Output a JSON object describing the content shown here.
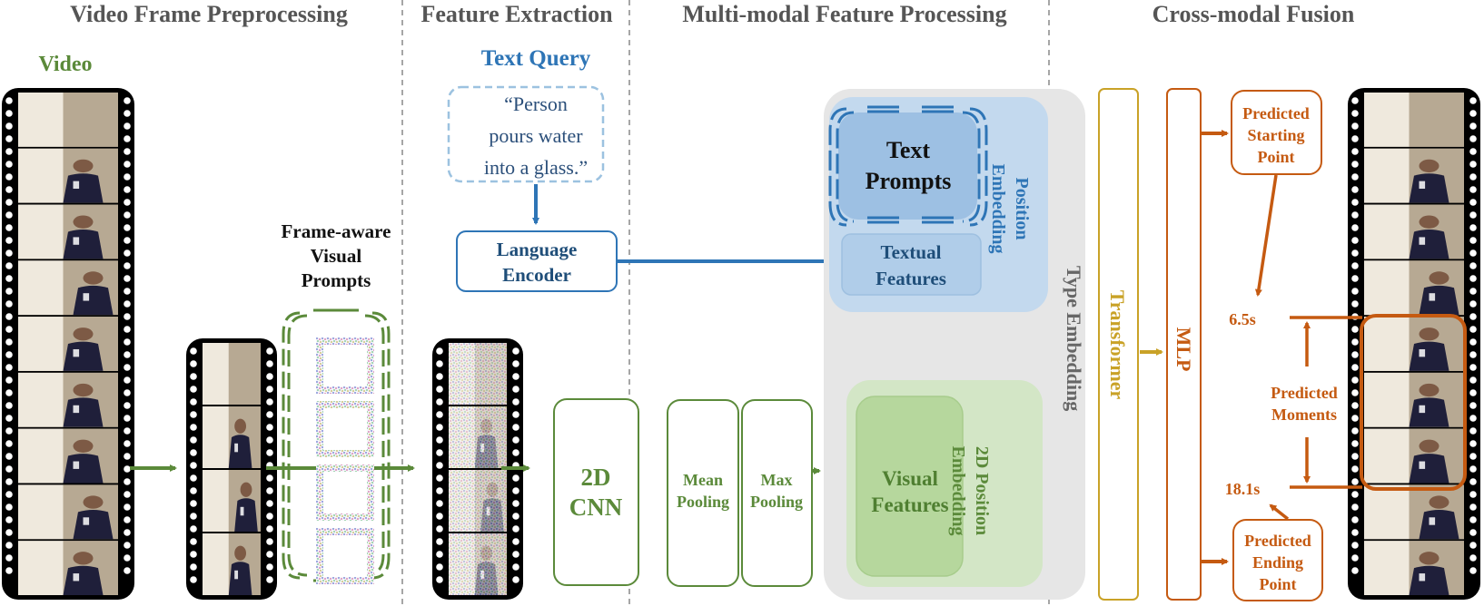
{
  "sections": {
    "preprocessing": "Video Frame Preprocessing",
    "extraction": "Feature Extraction",
    "multimodal": "Multi-modal Feature Processing",
    "fusion": "Cross-modal Fusion"
  },
  "video_label": "Video",
  "frame_aware": {
    "line1": "Frame-aware",
    "line2": "Visual",
    "line3": "Prompts"
  },
  "text_query": {
    "title": "Text Query",
    "line1": "“Person",
    "line2": "pours water",
    "line3": "into a glass.”"
  },
  "language_encoder": {
    "line1": "Language",
    "line2": "Encoder"
  },
  "cnn": {
    "line1": "2D",
    "line2": "CNN"
  },
  "mean_pooling": {
    "line1": "Mean",
    "line2": "Pooling"
  },
  "max_pooling": {
    "line1": "Max",
    "line2": "Pooling"
  },
  "text_prompts": {
    "line1": "Text",
    "line2": "Prompts"
  },
  "position_embedding": {
    "line1": "Position",
    "line2": "Embedding"
  },
  "textual_features": {
    "line1": "Textual",
    "line2": "Features"
  },
  "type_embedding": "Type Embedding",
  "visual_features": {
    "line1": "Visual",
    "line2": "Features"
  },
  "position_embedding_2d": {
    "line1": "2D Position",
    "line2": "Embedding"
  },
  "transformer": "Transformer",
  "mlp": "MLP",
  "predicted_start": {
    "line1": "Predicted",
    "line2": "Starting",
    "line3": "Point"
  },
  "predicted_end": {
    "line1": "Predicted",
    "line2": "Ending",
    "line3": "Point"
  },
  "predicted_moments": {
    "line1": "Predicted",
    "line2": "Moments"
  },
  "time_start": "6.5s",
  "time_end": "18.1s",
  "colors": {
    "green": "#5b8a3a",
    "blue": "#2e75b6",
    "dark_blue": "#1f4e79",
    "orange": "#c55a11",
    "gold": "#c9a227",
    "gray_text": "#555555"
  }
}
